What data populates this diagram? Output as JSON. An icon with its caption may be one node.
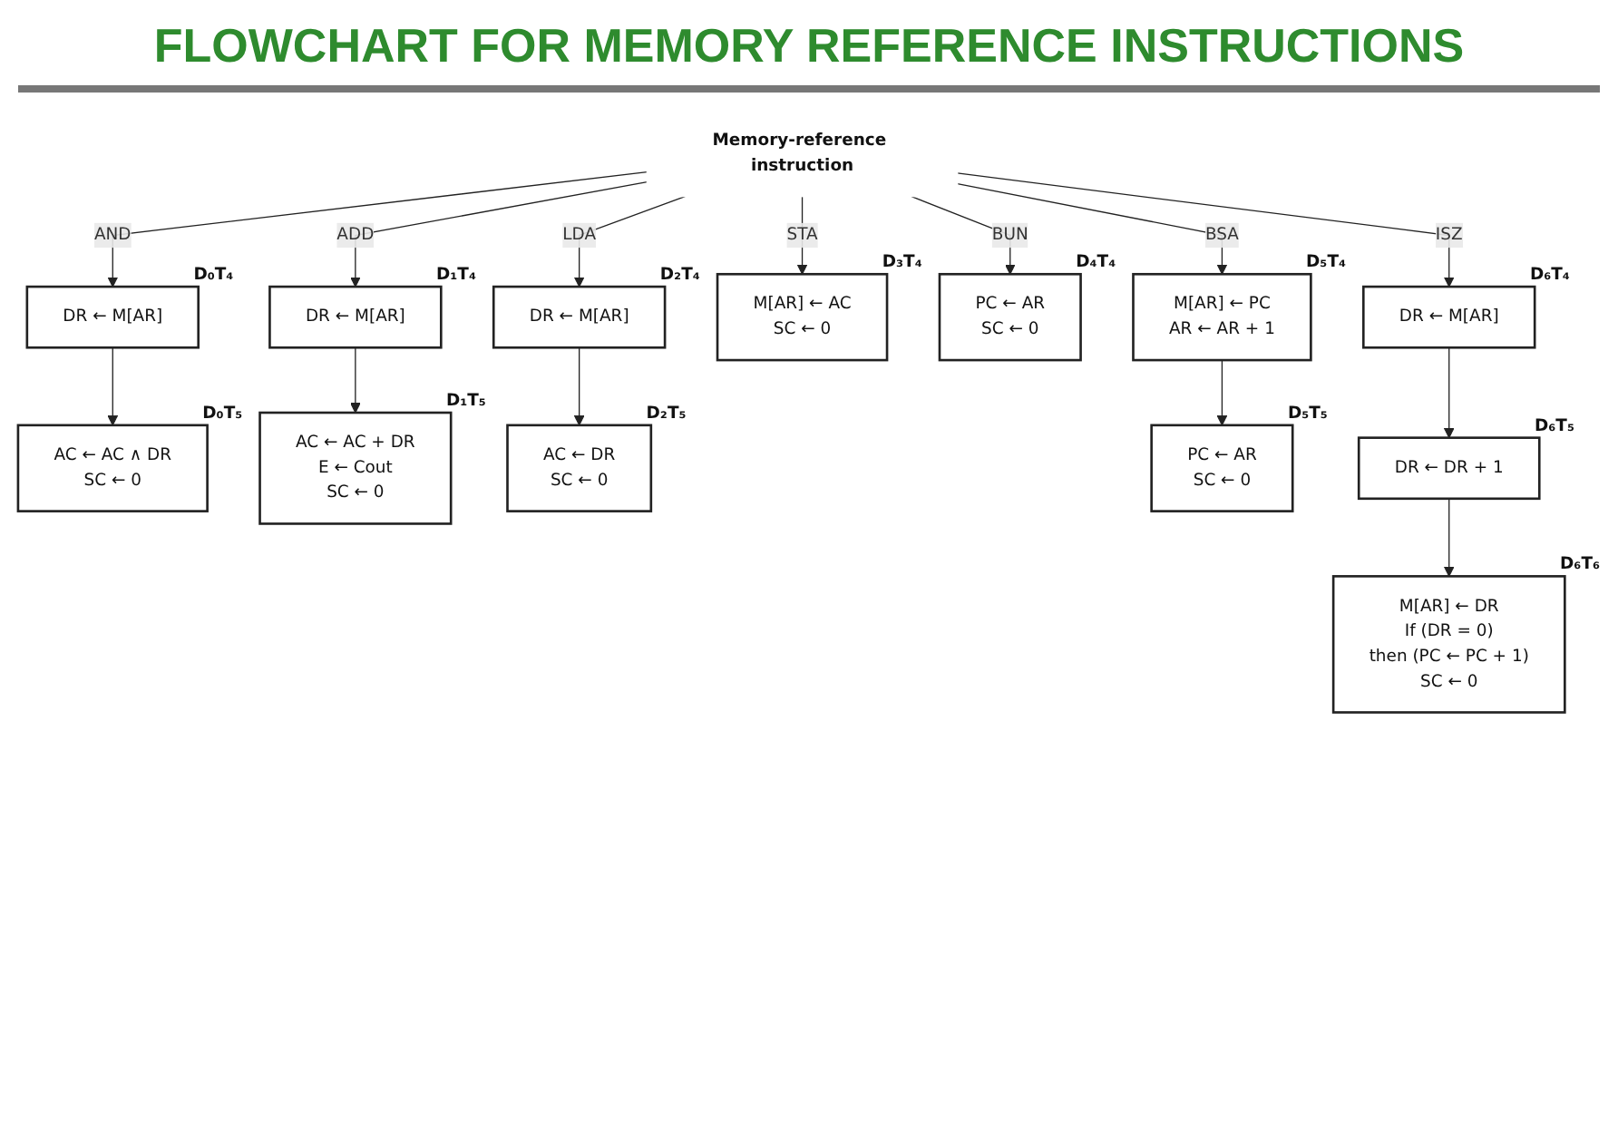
{
  "diagram": {
    "title": "FLOWCHART FOR MEMORY REFERENCE INSTRUCTIONS",
    "nodes": [
      {
        "text": [
          "Memory-reference instruction"
        ]
      },
      {
        "text": [
          "DR ← M[AR]"
        ],
        "beside": [
          "D₀T₄"
        ]
      },
      {
        "text": [
          "AC ← AC ∧ DR",
          "SC ← 0"
        ],
        "beside": [
          "D₀T₅"
        ]
      },
      {
        "text": [
          "DR ← M[AR]"
        ],
        "beside": [
          "D₁T₄"
        ]
      },
      {
        "text": [
          "AC ← AC + DR",
          "E ← Cout",
          "SC ← 0"
        ],
        "beside": [
          "D₁T₅"
        ]
      },
      {
        "text": [
          "DR ← M[AR]"
        ],
        "beside": [
          "D₂T₄"
        ]
      },
      {
        "text": [
          "AC ← DR",
          "SC ← 0"
        ],
        "beside": [
          "D₂T₅"
        ]
      },
      {
        "text": [
          "M[AR] ← AC",
          "SC ← 0"
        ],
        "beside": [
          "D₃T₄"
        ]
      },
      {
        "text": [
          "PC ← AR",
          "SC ← 0"
        ],
        "beside": [
          "D₄T₄"
        ]
      },
      {
        "text": [
          "M[AR] ← PC",
          "AR ← AR + 1"
        ],
        "beside": [
          "D₅T₄"
        ]
      },
      {
        "text": [
          "PC ← AR",
          "SC ← 0"
        ],
        "beside": [
          "D₅T₅"
        ]
      },
      {
        "text": [
          "DR ← M[AR]"
        ],
        "beside": [
          "D₆T₄"
        ]
      },
      {
        "text": [
          "DR ← DR + 1"
        ],
        "beside": [
          "D₆T₅"
        ]
      },
      {
        "text": [
          "M[AR] ← DR",
          "If (DR = 0)",
          "then (PC ← PC + 1)",
          "SC ← 0"
        ],
        "beside": [
          "D₆T₆"
        ]
      }
    ],
    "edges": [
      {
        "from": 0,
        "to": 1,
        "arrow": "to",
        "label": "AND"
      },
      {
        "from": 1,
        "to": 2,
        "arrow": "to"
      },
      {
        "from": 0,
        "to": 3,
        "arrow": "to",
        "label": "ADD"
      },
      {
        "from": 3,
        "to": 4,
        "arrow": "to"
      },
      {
        "from": 0,
        "to": 5,
        "arrow": "to",
        "label": "LDA"
      },
      {
        "from": 5,
        "to": 6,
        "arrow": "to"
      },
      {
        "from": 0,
        "to": 7,
        "arrow": "to",
        "label": "STA"
      },
      {
        "from": 0,
        "to": 8,
        "arrow": "to",
        "label": "BUN"
      },
      {
        "from": 0,
        "to": 9,
        "arrow": "to",
        "label": "BSA"
      },
      {
        "from": 9,
        "to": 10,
        "arrow": "to"
      },
      {
        "from": 0,
        "to": 11,
        "arrow": "to",
        "label": "ISZ"
      },
      {
        "from": 11,
        "to": 12,
        "arrow": "to"
      },
      {
        "from": 12,
        "to": 13,
        "arrow": "to"
      }
    ]
  }
}
